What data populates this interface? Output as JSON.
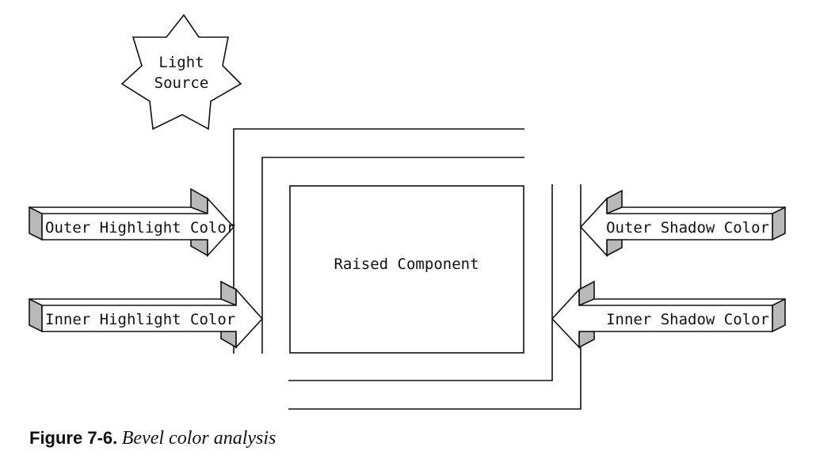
{
  "light_source": {
    "line1": "Light",
    "line2": "Source"
  },
  "component": {
    "label": "Raised Component"
  },
  "arrows": {
    "outer_highlight": "Outer Highlight Color",
    "inner_highlight": "Inner Highlight Color",
    "outer_shadow": "Outer Shadow Color",
    "inner_shadow": "Inner Shadow Color"
  },
  "caption": {
    "figure": "Figure 7-6.",
    "text": "Bevel color analysis"
  },
  "colors": {
    "ink": "#111111",
    "arrow_shade": "#b9b9b9",
    "background": "#ffffff"
  }
}
